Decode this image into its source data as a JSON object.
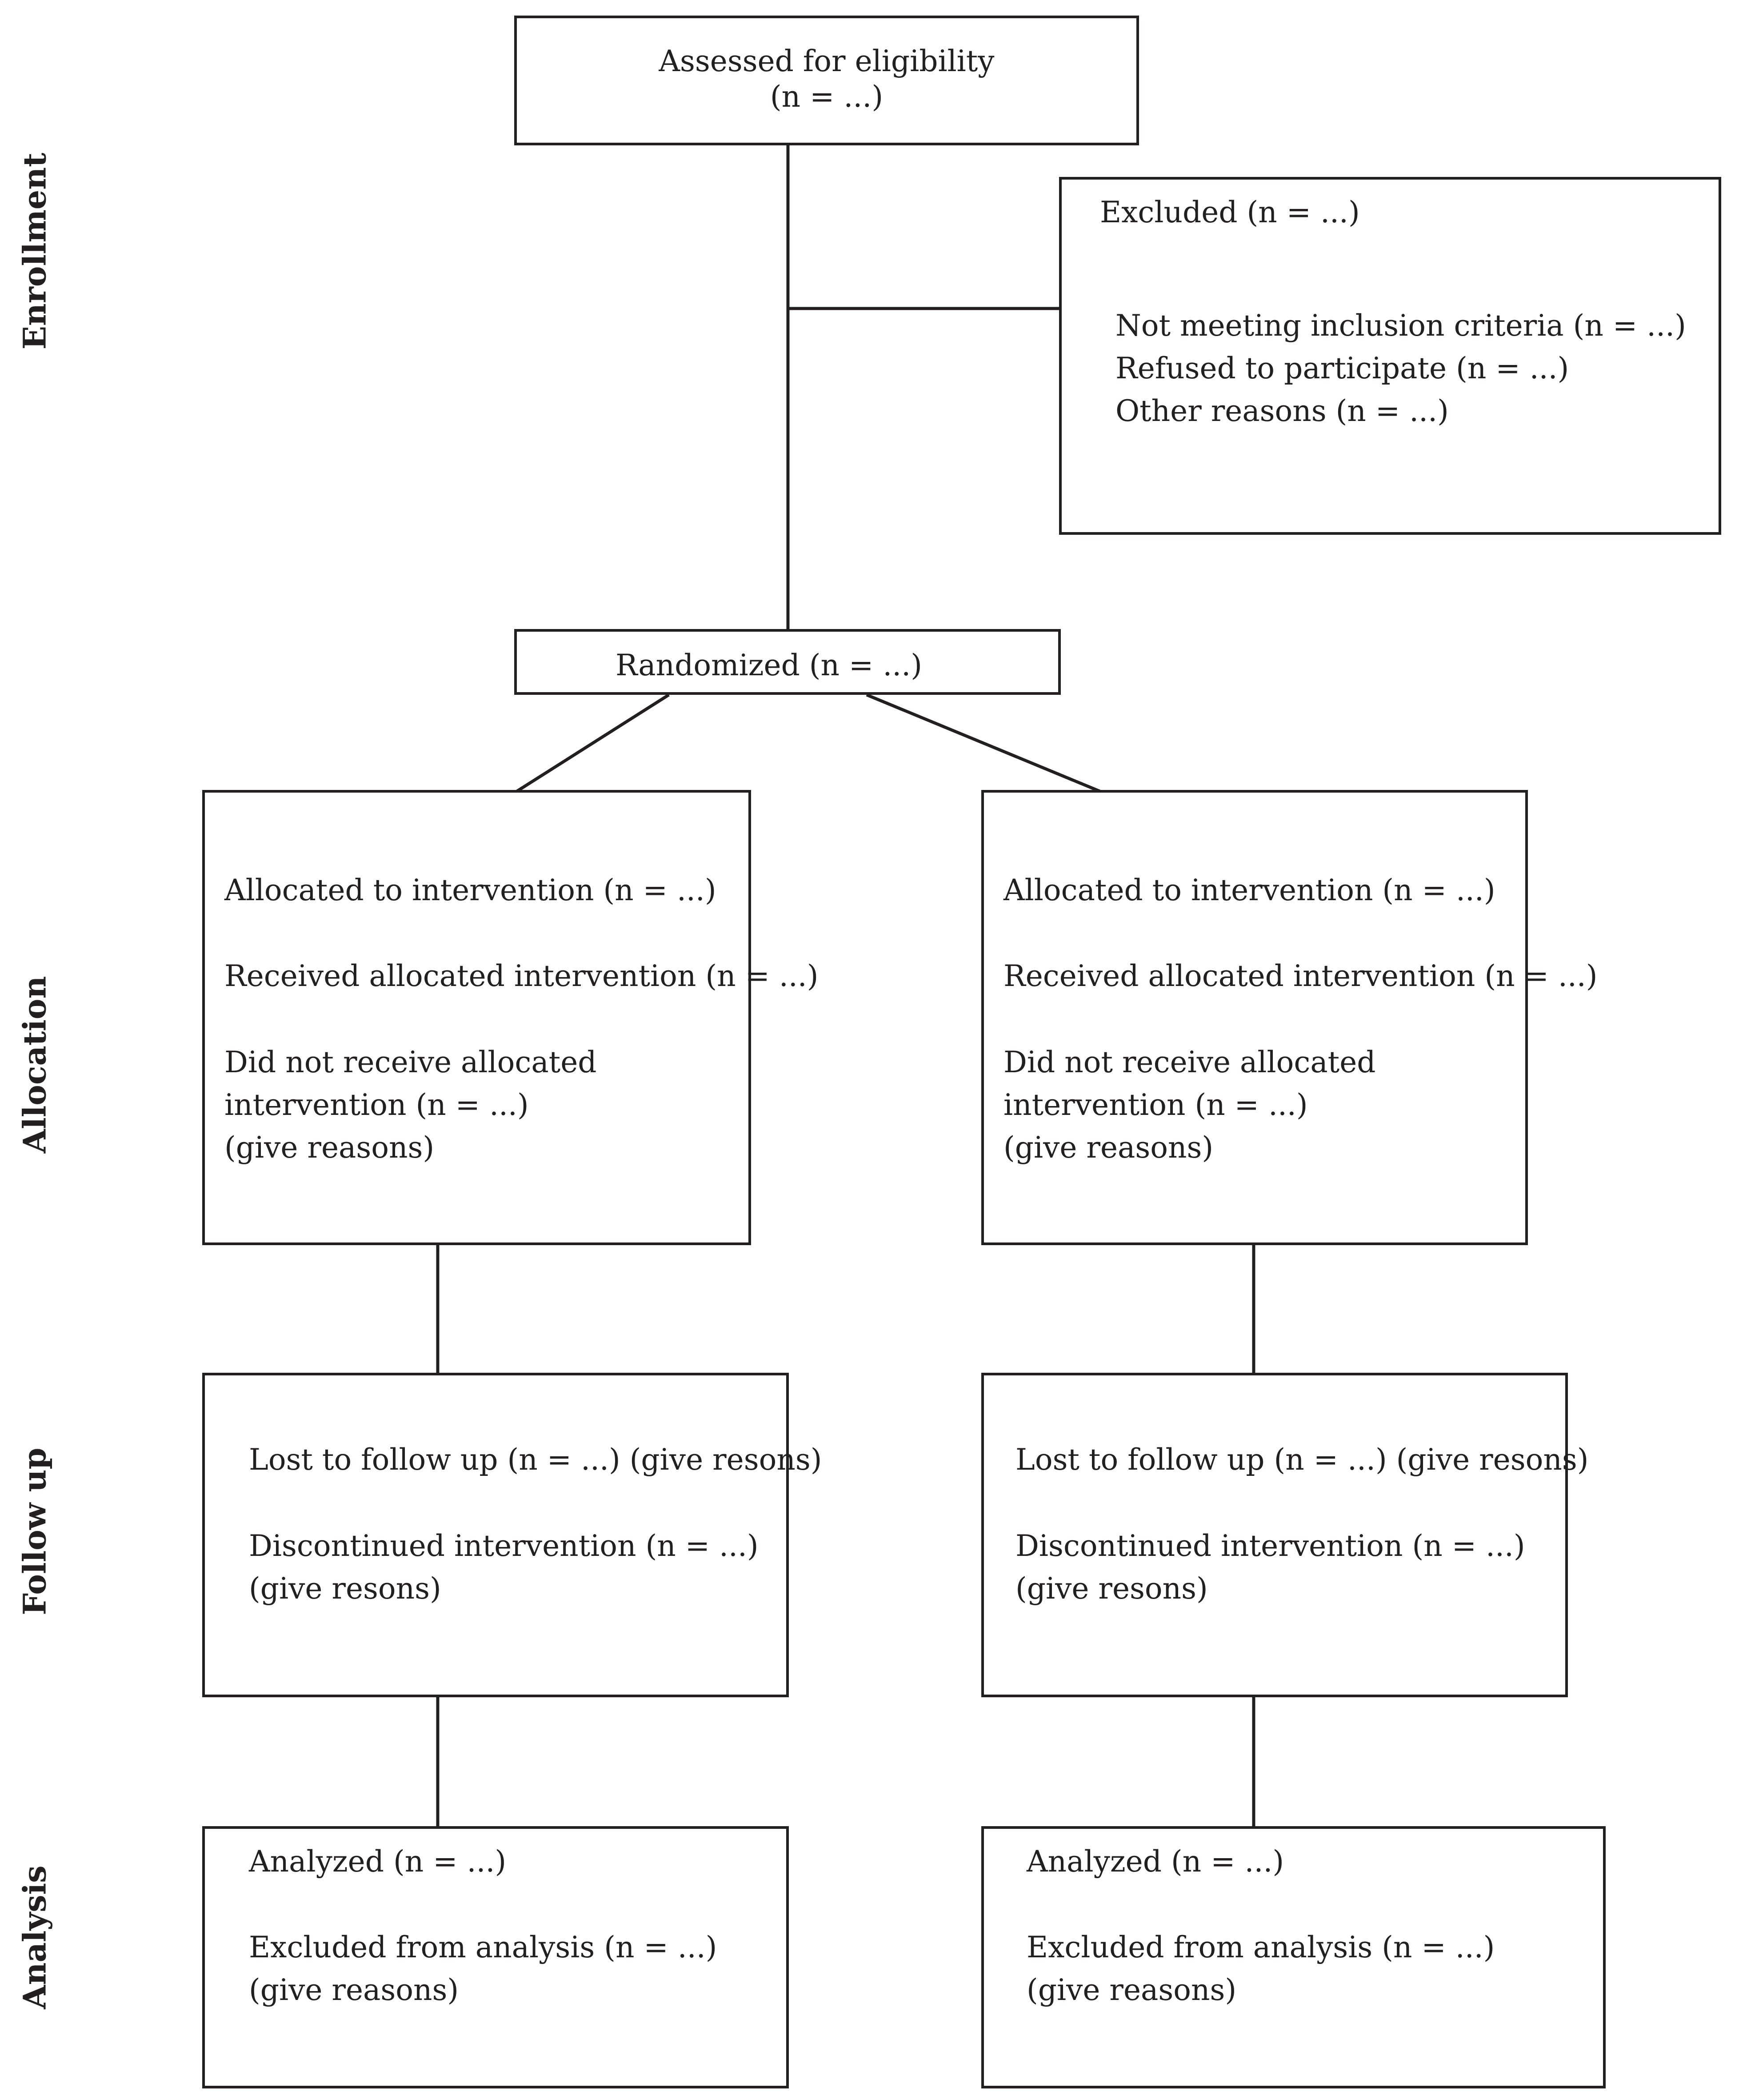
{
  "phases": {
    "enrollment": "Enrollment",
    "allocation": "Allocation",
    "follow_up": "Follow up",
    "analysis": "Analysis"
  },
  "assessed": {
    "line1": "Assessed for eligibility",
    "line2": "(n = ...)"
  },
  "excluded": {
    "title": "Excluded (n = ...)",
    "reasons": [
      "Not meeting inclusion criteria (n = ...)",
      "Refused to participate (n = ...)",
      "Other reasons (n = ...)"
    ]
  },
  "randomized": "Randomized (n = ...)",
  "arms": [
    {
      "allocation": {
        "allocated": "Allocated to intervention (n = ...)",
        "received": "Received allocated intervention (n = ...)",
        "not_received_1": "Did not receive allocated",
        "not_received_2": "intervention (n = ...)",
        "not_received_3": "(give reasons)"
      },
      "follow_up": {
        "lost": "Lost to follow up (n = ...) (give resons)",
        "discontinued_1": "Discontinued intervention (n = ...)",
        "discontinued_2": "(give resons)"
      },
      "analysis": {
        "analyzed": "Analyzed (n = ...)",
        "excluded_1": "Excluded from analysis (n = ...)",
        "excluded_2": "(give reasons)"
      }
    },
    {
      "allocation": {
        "allocated": "Allocated to intervention (n = ...)",
        "received": "Received allocated intervention (n = ...)",
        "not_received_1": "Did not receive allocated",
        "not_received_2": "intervention (n = ...)",
        "not_received_3": "(give reasons)"
      },
      "follow_up": {
        "lost": "Lost to follow up (n = ...) (give resons)",
        "discontinued_1": "Discontinued intervention (n = ...)",
        "discontinued_2": "(give resons)"
      },
      "analysis": {
        "analyzed": "Analyzed (n = ...)",
        "excluded_1": "Excluded from analysis (n = ...)",
        "excluded_2": "(give reasons)"
      }
    }
  ]
}
